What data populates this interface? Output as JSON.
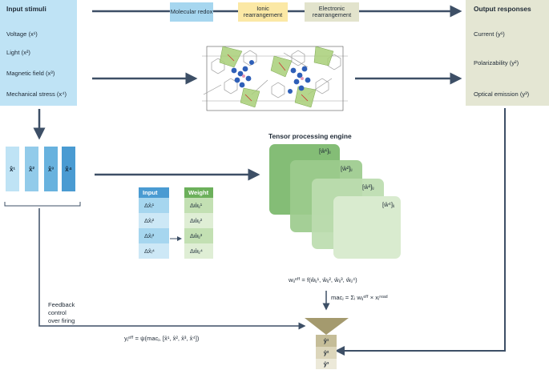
{
  "input_stimuli": {
    "title": "Input stimuli",
    "items": [
      "Voltage (x¹)",
      "Light (x²)",
      "Magnetic field (x³)",
      "Mechanical stress (x⁴)"
    ]
  },
  "output_responses": {
    "title": "Output responses",
    "items": [
      "Current (y¹)",
      "Polarizability (y²)",
      "Optical emission (y³)"
    ]
  },
  "mechanisms": {
    "molecular_redox": "Molecular redox",
    "ionic_rearrangement": "Ionic rearrangement",
    "electronic_rearrangement": "Electronic rearrangement"
  },
  "encoded_vectors": [
    "x̂¹",
    "x̂²",
    "x̂³",
    "x̂⁴"
  ],
  "tensor_engine": {
    "title": "Tensor processing engine",
    "layers": [
      "[ŵ¹]ᵢⱼ",
      "[ŵ²]ᵢⱼ",
      "[ŵ³]ᵢⱼ",
      "[ŵ⁴]ᵢⱼ"
    ]
  },
  "mapping_table": {
    "input_header": "Input",
    "weight_header": "Weight",
    "inputs": [
      "Δx̂ᵢ¹",
      "Δx̂ᵢ²",
      "Δx̂ᵢ³",
      "Δx̂ᵢ⁴"
    ],
    "weights": [
      "Δŵᵢⱼ¹",
      "Δŵᵢⱼ²",
      "Δŵᵢⱼ³",
      "Δŵᵢⱼ⁴"
    ]
  },
  "equations": {
    "effective_weight": "wᵢⱼᵉᶠᶠ = f(ŵᵢⱼ¹, ŵᵢⱼ², ŵᵢⱼ³, ŵᵢⱼ⁴)",
    "mac": "macⱼ = Σᵢ wᵢⱼᵉᶠᶠ × xᵢʳᵉᵃᵈ",
    "output": "yⱼᵉᶠᶠ = ψ(macⱼ, [x̂¹, x̂², x̂³, x̂⁴])"
  },
  "feedback": {
    "line1": "Feedback",
    "line2": "control",
    "line3": "over firing"
  },
  "outputs": [
    "ŷ¹",
    "ŷ²",
    "ŷ³"
  ],
  "colors": {
    "input_panel": "#bfe3f5",
    "output_panel": "#e4e6d3",
    "arrow": "#3d4f66",
    "tensor_green": "#78b46a",
    "table_blue": "#4a9bd2",
    "table_green": "#6cb05b",
    "funnel": "#a49a6e"
  },
  "icons": {
    "crystal": "molecular-crystal-structure"
  }
}
